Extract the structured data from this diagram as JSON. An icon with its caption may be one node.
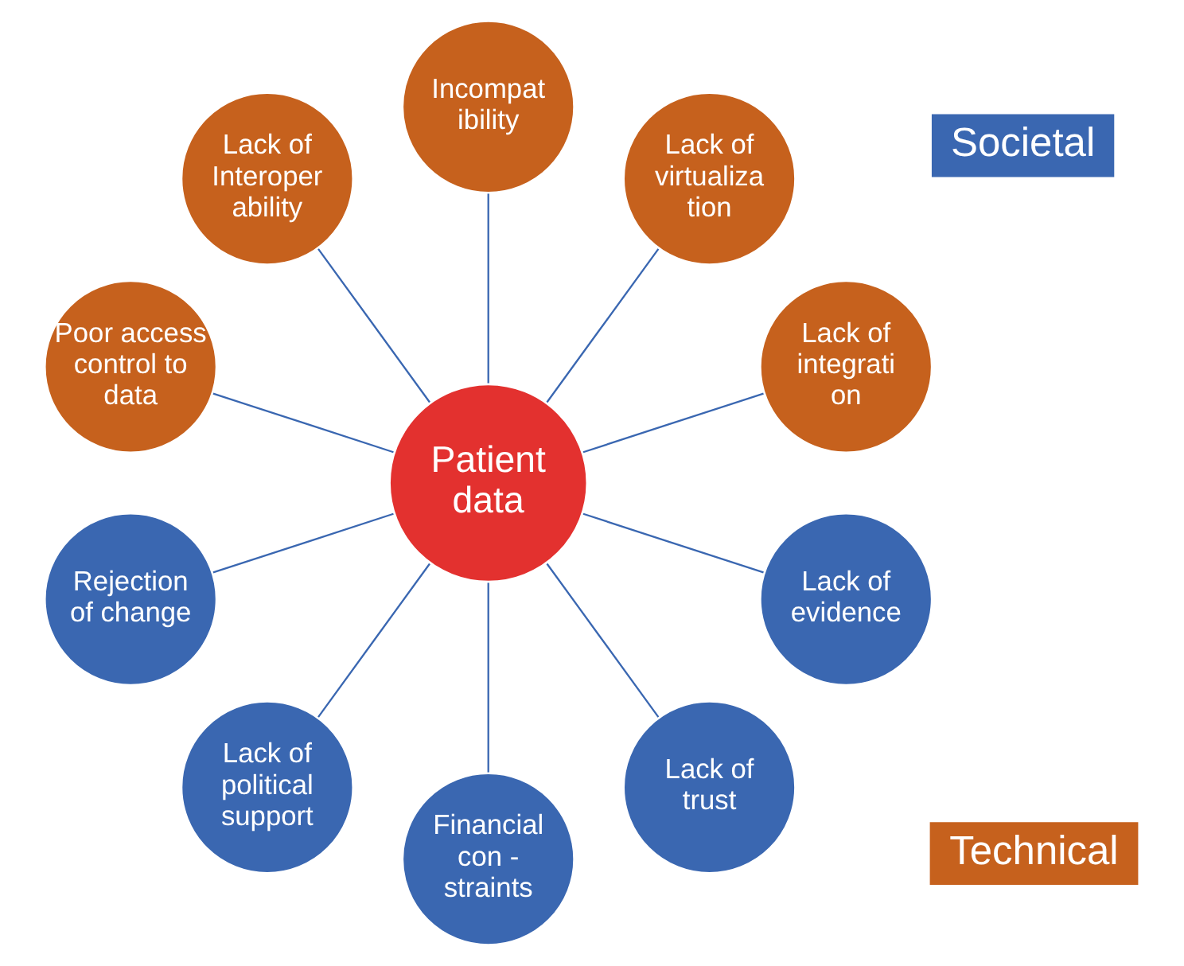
{
  "diagram": {
    "nodes": [
      {
        "text": [
          "Patient data"
        ]
      },
      {
        "text": [
          "Lack of integrati on"
        ]
      },
      {
        "text": [
          "Lack of virtualiza tion"
        ]
      },
      {
        "text": [
          "Incompat ibility"
        ]
      },
      {
        "text": [
          "Lack of Interoper ability"
        ]
      },
      {
        "text": [
          "Poor access control to data"
        ]
      },
      {
        "text": [
          "Rejection of change"
        ]
      },
      {
        "text": [
          "Lack of political support"
        ]
      },
      {
        "text": [
          "Financial con - straints"
        ]
      },
      {
        "text": [
          "Lack of trust"
        ]
      },
      {
        "text": [
          "Lack of evidence"
        ]
      },
      {
        "text": [
          "Societal"
        ]
      },
      {
        "text": [
          "Technical"
        ]
      }
    ],
    "edges": [
      {
        "from": 0,
        "to": 1,
        "arrow": "none"
      },
      {
        "from": 0,
        "to": 2,
        "arrow": "none"
      },
      {
        "from": 0,
        "to": 3,
        "arrow": "none"
      },
      {
        "from": 0,
        "to": 4,
        "arrow": "none"
      },
      {
        "from": 0,
        "to": 5,
        "arrow": "none"
      },
      {
        "from": 0,
        "to": 6,
        "arrow": "none"
      },
      {
        "from": 0,
        "to": 7,
        "arrow": "none"
      },
      {
        "from": 0,
        "to": 8,
        "arrow": "none"
      },
      {
        "from": 0,
        "to": 9,
        "arrow": "none"
      },
      {
        "from": 0,
        "to": 10,
        "arrow": "none"
      }
    ]
  }
}
